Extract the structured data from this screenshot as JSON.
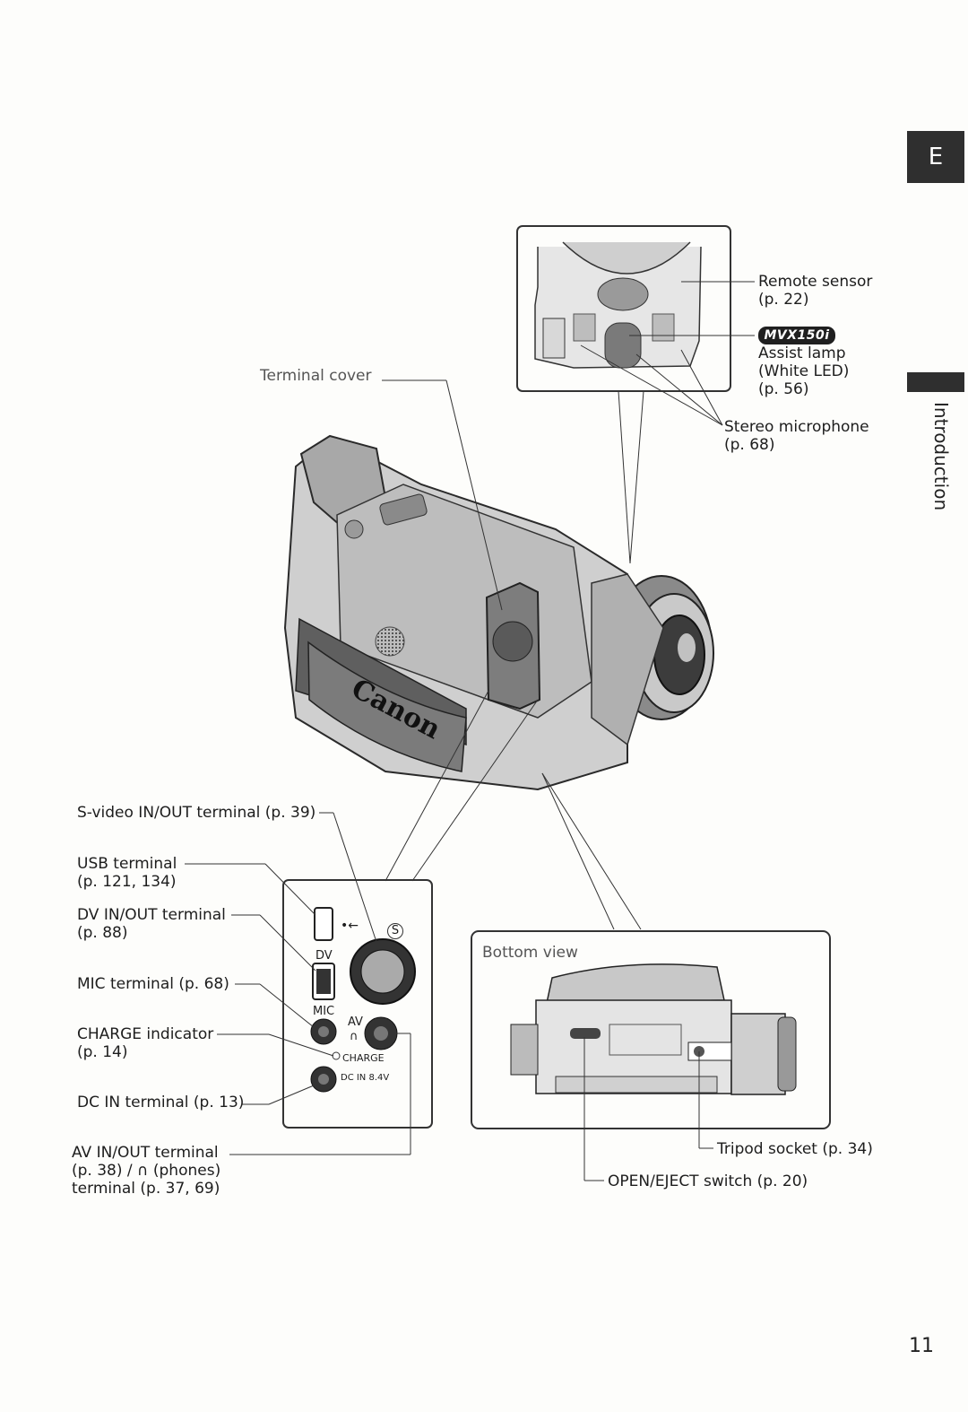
{
  "tab": {
    "letter": "E",
    "section": "Introduction"
  },
  "page_number": "11",
  "top_inset": {
    "remote_sensor": "Remote sensor",
    "remote_sensor_page": "(p. 22)",
    "model_badge": "MVX150i",
    "assist_lamp": "Assist lamp",
    "assist_lamp_type": "(White LED)",
    "assist_lamp_page": "(p. 56)",
    "stereo_mic": "Stereo microphone",
    "stereo_mic_page": "(p. 68)"
  },
  "camera": {
    "terminal_cover": "Terminal cover",
    "brand": "Canon"
  },
  "terminals": {
    "svideo": "S-video IN/OUT terminal (p. 39)",
    "usb": "USB terminal",
    "usb_page": "(p. 121, 134)",
    "dv": "DV IN/OUT terminal",
    "dv_page": "(p. 88)",
    "mic": "MIC terminal (p. 68)",
    "charge": "CHARGE indicator",
    "charge_page": "(p. 14)",
    "dcin": "DC IN terminal (p. 13)",
    "av_line1": "AV IN/OUT terminal",
    "av_line2": "(p. 38) / ∩ (phones)",
    "av_line3": "terminal (p. 37, 69)"
  },
  "panel_marks": {
    "dv": "DV",
    "mic": "MIC",
    "av": "AV",
    "phones": "∩",
    "charge": "CHARGE",
    "dcin": "DC IN 8.4V",
    "s_mark": "S",
    "usb_sym": "•←"
  },
  "bottom": {
    "title": "Bottom view",
    "tripod": "Tripod socket (p. 34)",
    "open_eject": "OPEN/EJECT switch (p. 20)"
  }
}
